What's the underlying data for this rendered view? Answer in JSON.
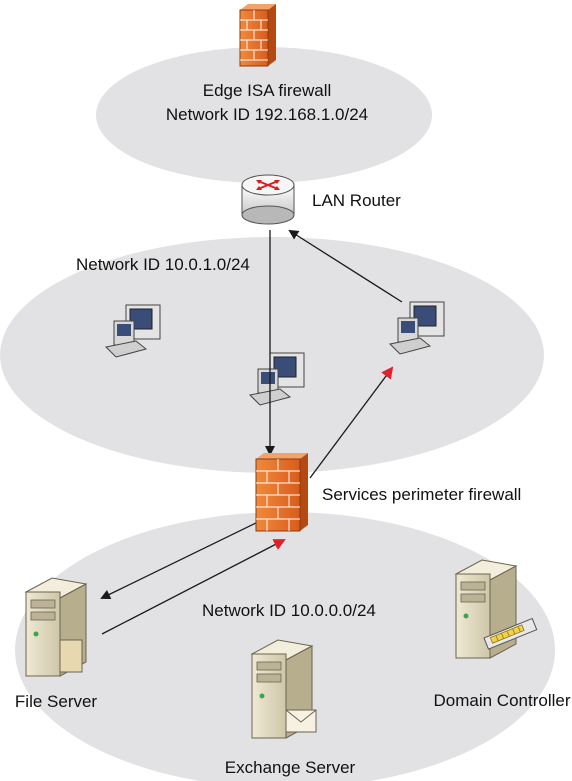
{
  "networks": {
    "edge": {
      "title_line1": "Edge ISA firewall",
      "title_line2": "Network ID 192.168.1.0/24",
      "fill": "#e2e2e4"
    },
    "middle": {
      "title": "Network ID 10.0.1.0/24",
      "fill": "#e2e2e4"
    },
    "services": {
      "title": "Network ID 10.0.0.0/24",
      "fill": "#e2e2e4"
    }
  },
  "devices": {
    "router_label": "LAN Router",
    "perimeter_firewall_label": "Services perimeter firewall",
    "file_server_label": "File Server",
    "exchange_server_label": "Exchange Server",
    "domain_controller_label": "Domain Controller"
  },
  "colors": {
    "firewall_orange": "#e8702a",
    "arrow_black": "#1a1a1a",
    "arrow_red": "#e0202a",
    "server_beige": "#ddd6bf"
  }
}
